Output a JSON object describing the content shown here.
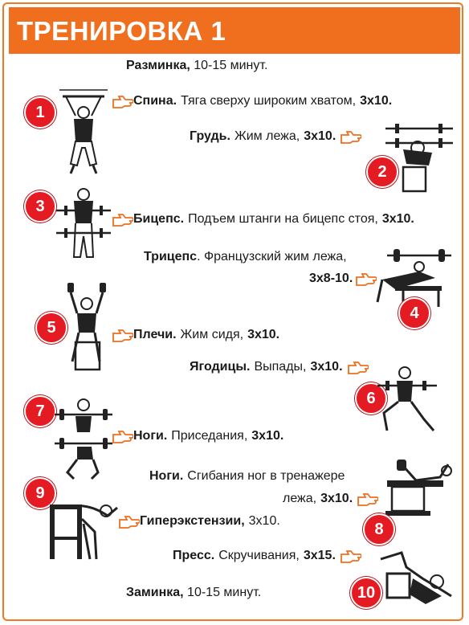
{
  "title": "ТРЕНИРОВКА 1",
  "warmup": {
    "name": "Разминка,",
    "text": " 10-15 минут."
  },
  "cooldown": {
    "name": "Заминка,",
    "text": " 10-15 минут."
  },
  "exercises": [
    {
      "num": "1",
      "muscle": "Спина.",
      "text": "Тяга сверху широким хватом,",
      "sets": "3x10."
    },
    {
      "num": "2",
      "muscle": "Грудь.",
      "text": "Жим лежа,",
      "sets": "3x10."
    },
    {
      "num": "3",
      "muscle": "Бицепс.",
      "text": "Подъем штанги на бицепс стоя,",
      "sets": "3x10."
    },
    {
      "num": "4",
      "muscle": "Трицепс",
      "text": ". Французский жим лежа,",
      "sets": "3x8-10."
    },
    {
      "num": "5",
      "muscle": "Плечи.",
      "text": "Жим сидя,",
      "sets": "3x10."
    },
    {
      "num": "6",
      "muscle": "Ягодицы.",
      "text": "Выпады,",
      "sets": "3x10."
    },
    {
      "num": "7",
      "muscle": "Ноги.",
      "text": "Приседания,",
      "sets": "3x10."
    },
    {
      "num": "8",
      "muscle": "Ноги.",
      "text": "Сгибания ног в тренажере",
      "text2": "лежа,",
      "sets": "3x10."
    },
    {
      "num": "9",
      "muscle": "Гиперэкстензии,",
      "text": "",
      "sets": "3x10."
    },
    {
      "num": "10",
      "muscle": "Пресс.",
      "text": "Скручивания,",
      "sets": "3x15."
    }
  ],
  "colors": {
    "accent": "#ef6f1e",
    "badge": "#e51b23",
    "hand": "#ef6f1e"
  },
  "icons": {
    "pointer": "pointing-hand-icon"
  }
}
